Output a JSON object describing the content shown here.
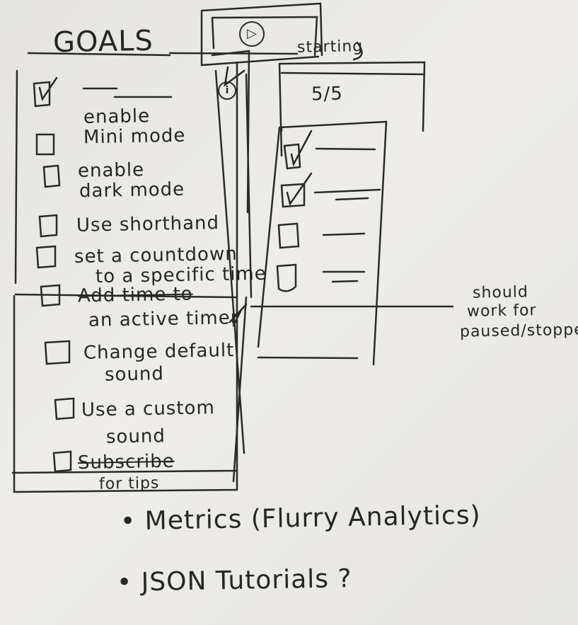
{
  "goals_panel": {
    "title": "GOALS",
    "items": [
      {
        "label": "",
        "checked": true
      },
      {
        "label": "enable Mini mode",
        "line1": "enable",
        "line2": "Mini mode",
        "checked": false
      },
      {
        "label": "enable dark mode",
        "line1": "enable",
        "line2": "dark mode",
        "checked": false
      },
      {
        "label": "Use shorthand",
        "line1": "Use shorthand",
        "checked": false
      },
      {
        "label": "set a countdown to a specific time",
        "line1": "set a countdown",
        "line2": "to a specific time",
        "checked": false
      },
      {
        "label": "Add time to an active timer",
        "line1": "Add time to",
        "line2": "an active timer",
        "checked": false,
        "struck": true
      },
      {
        "label": "Change default sound",
        "line1": "Change default",
        "line2": "sound",
        "checked": false
      },
      {
        "label": "Use a custom sound",
        "line1": "Use a custom",
        "line2": "sound",
        "checked": false
      },
      {
        "label": "Subscribe for tips",
        "line1": "Subscribe",
        "line2": "for tips",
        "checked": false,
        "struck": true
      }
    ]
  },
  "timer": {
    "play_icon": "play-icon",
    "info_icon": "info-icon",
    "starting_label": "starting"
  },
  "progress_panel": {
    "count": "5/5",
    "items": [
      {
        "checked": true
      },
      {
        "checked": true
      },
      {
        "checked": false
      },
      {
        "checked": false
      }
    ]
  },
  "annotation": {
    "line1": "should",
    "line2": "work for",
    "line3": "paused/stopped"
  },
  "notes": [
    "Metrics (Flurry Analytics)",
    "JSON Tutorials ?"
  ],
  "colors": {
    "ink": "#262626",
    "paper": "#e9e8e4"
  }
}
